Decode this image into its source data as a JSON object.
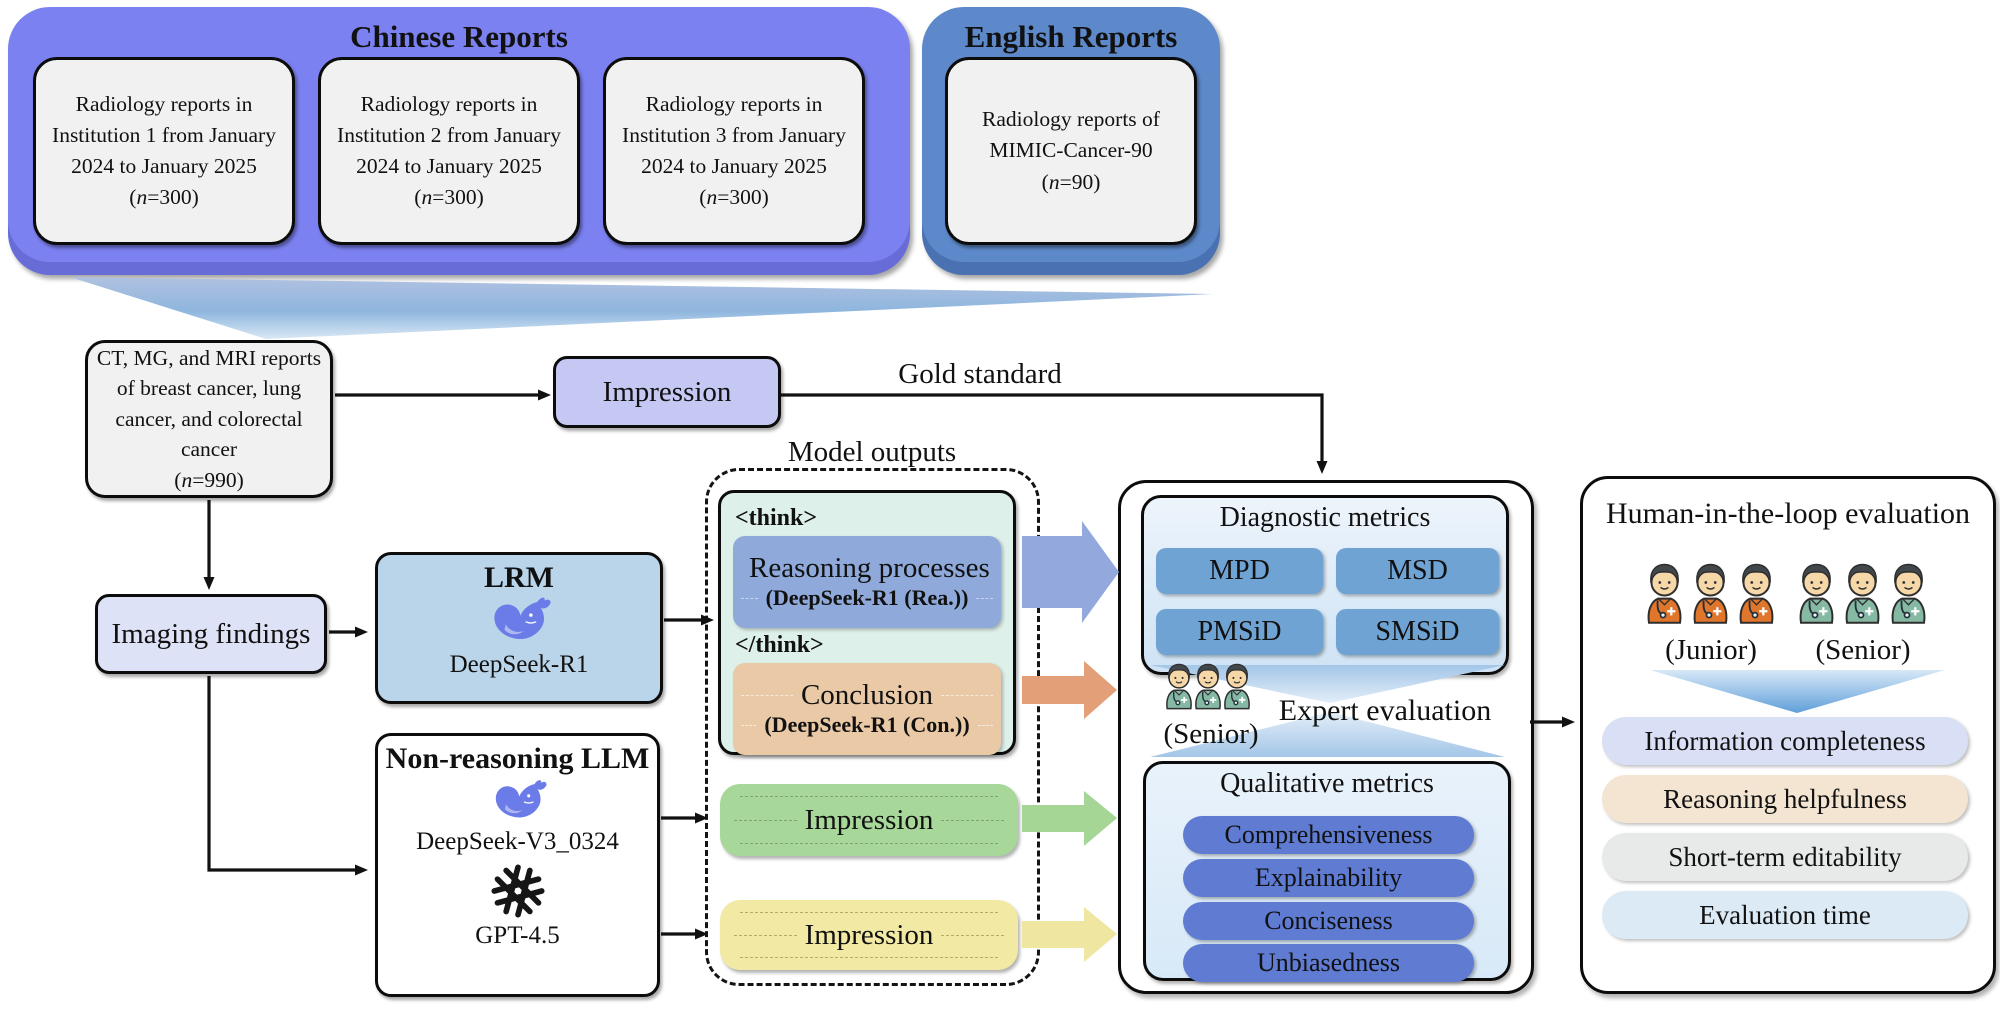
{
  "colors": {
    "canvas_bg": "#ffffff",
    "chinese_panel": "#7b81f0",
    "english_panel": "#5d89ca",
    "report_box_bg": "#f1f1f1",
    "impression_top": "#c4c8f3",
    "imaging_findings": "#dde2f6",
    "lrm_box": "#bad5ea",
    "model_outputs_bg": "#def0ea",
    "reasoning_box": "#8ea9da",
    "conclusion_box": "#eac9a6",
    "impression_green": "#a8d79a",
    "impression_yellow": "#f2e9a4",
    "arrow_blue": "#93a9dd",
    "arrow_orange": "#e3a078",
    "arrow_green": "#a5d695",
    "arrow_yellow": "#efe6a2",
    "diag_panel": "#cfe3f5",
    "metric_btn": "#6fa3d4",
    "qual_panel": "#d7e9f8",
    "qual_pill": "#5f7bd2",
    "crit_completeness": "#d9dff4",
    "crit_helpfulness": "#f3e5d2",
    "crit_editability": "#e8eaea",
    "crit_time": "#dbeaf5",
    "junior_scrub": "#e0762c",
    "senior_scrub": "#85b9a4",
    "deepseek_blue": "#6b7ce8",
    "funnel_blue": "#8fb6de"
  },
  "icons": {
    "deepseek": "whale-logo-icon",
    "openai": "openai-knot-icon",
    "doctor": "doctor-person-icon"
  },
  "top": {
    "chinese": {
      "title": "Chinese Reports",
      "boxes": [
        {
          "body": "Radiology reports in Institution 1 from January 2024 to January 2025",
          "n_prefix": "(",
          "n_italic": "n",
          "n_suffix": "=300)"
        },
        {
          "body": "Radiology reports in Institution 2 from January 2024 to January 2025",
          "n_prefix": "(",
          "n_italic": "n",
          "n_suffix": "=300)"
        },
        {
          "body": "Radiology reports in Institution 3 from January 2024 to January 2025",
          "n_prefix": "(",
          "n_italic": "n",
          "n_suffix": "=300)"
        }
      ]
    },
    "english": {
      "title": "English Reports",
      "box": {
        "body": "Radiology reports of MIMIC-Cancer-90",
        "n_prefix": "(",
        "n_italic": "n",
        "n_suffix": "=90)"
      }
    }
  },
  "flow": {
    "ct_box": {
      "body": "CT, MG, and MRI reports of breast cancer, lung cancer, and colorectal cancer",
      "n_prefix": "(",
      "n_italic": "n",
      "n_suffix": "=990)"
    },
    "impression": "Impression",
    "gold_standard": "Gold standard",
    "imaging_findings": "Imaging findings",
    "lrm": {
      "title": "LRM",
      "model": "DeepSeek-R1"
    },
    "non_reasoning": {
      "title": "Non-reasoning LLM",
      "model1": "DeepSeek-V3_0324",
      "model2": "GPT-4.5"
    }
  },
  "model_outputs": {
    "label": "Model outputs",
    "think_open": "<think>",
    "think_close": "</think>",
    "reasoning": {
      "title": "Reasoning processes",
      "subtitle": "(DeepSeek-R1 (Rea.))"
    },
    "conclusion": {
      "title": "Conclusion",
      "subtitle": "(DeepSeek-R1 (Con.))"
    },
    "impression_v3": "Impression",
    "impression_gpt": "Impression"
  },
  "evaluation": {
    "diagnostic": {
      "title": "Diagnostic metrics",
      "metrics": [
        "MPD",
        "MSD",
        "PMSiD",
        "SMSiD"
      ]
    },
    "expert": {
      "label": "Expert evaluation",
      "role": "(Senior)"
    },
    "qualitative": {
      "title": "Qualitative metrics",
      "metrics": [
        "Comprehensiveness",
        "Explainability",
        "Conciseness",
        "Unbiasedness"
      ]
    }
  },
  "hitl": {
    "title": "Human-in-the-loop evaluation",
    "junior_label": "(Junior)",
    "senior_label": "(Senior)",
    "criteria": [
      "Information completeness",
      "Reasoning helpfulness",
      "Short-term editability",
      "Evaluation time"
    ]
  },
  "doctors": {
    "expert_senior": {
      "count": 3,
      "color": "senior_scrub",
      "w": 34,
      "h": 48
    },
    "hitl_junior": {
      "count": 3,
      "color": "junior_scrub",
      "w": 45,
      "h": 62
    },
    "hitl_senior": {
      "count": 3,
      "color": "senior_scrub",
      "w": 45,
      "h": 62
    }
  }
}
